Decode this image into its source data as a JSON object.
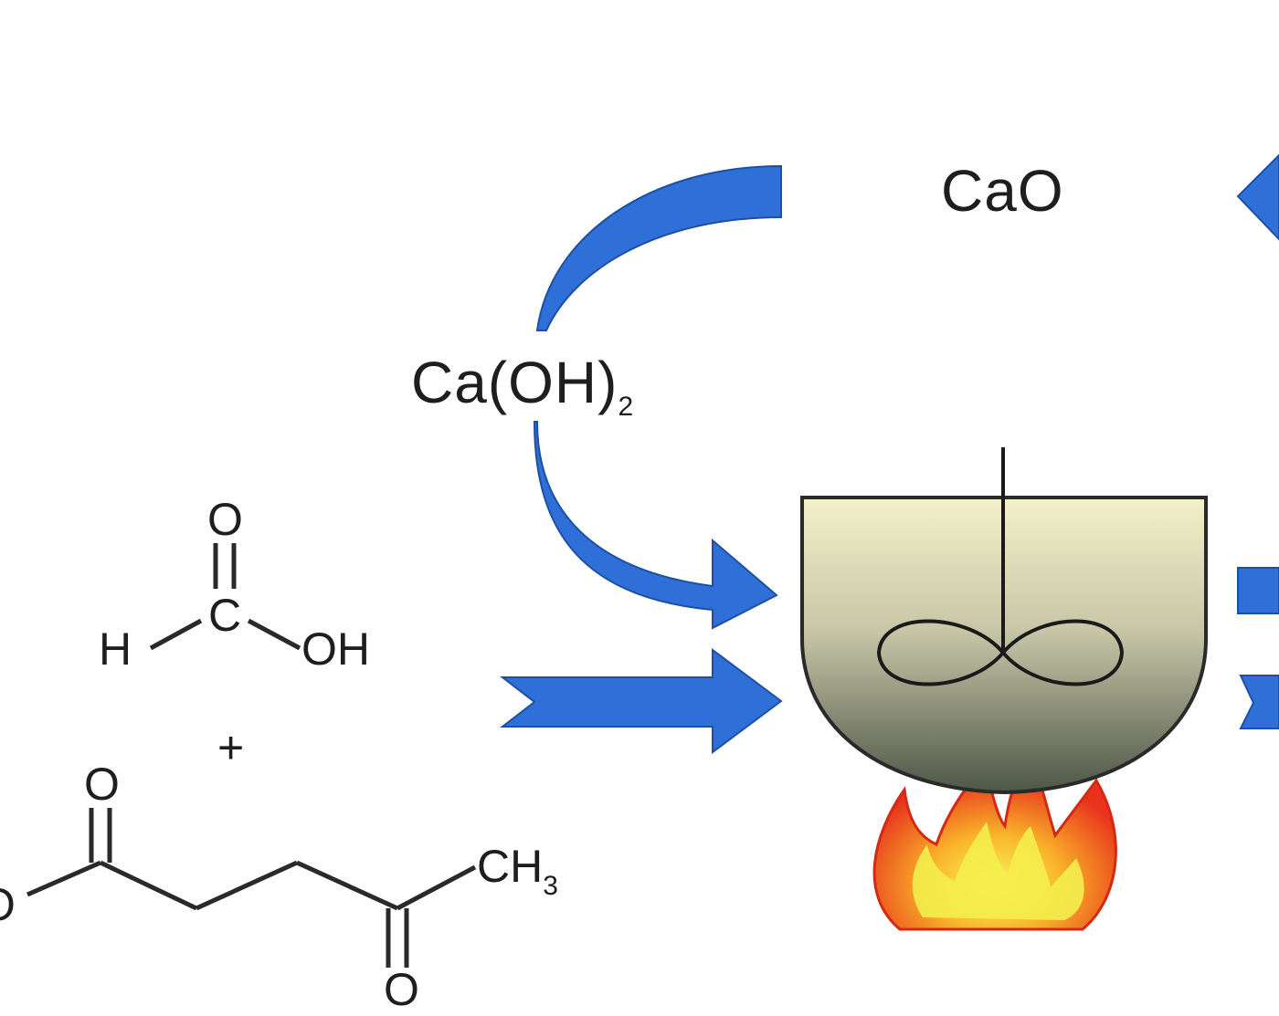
{
  "labels": {
    "cao": "CaO",
    "caoh2_main": "Ca(OH)",
    "caoh2_sub": "2",
    "formic_h": "H",
    "formic_c": "C",
    "formic_o": "O",
    "formic_oh": "OH",
    "plus": "+",
    "levulinic_ch3_main": "CH",
    "levulinic_ch3_sub": "3",
    "levulinic_o_top": "O",
    "levulinic_o_bottom": "O",
    "levulinic_o_left": "O"
  },
  "colors": {
    "arrow_blue": "#2f6fd8",
    "arrow_blue_dark": "#1d4fa6",
    "reactor_top": "#f3f0c4",
    "reactor_bottom": "#5e6654",
    "flame_red": "#e8321c",
    "flame_orange": "#f7a21b",
    "flame_yellow": "#f5f04a"
  },
  "icons": {
    "reactor": "stirred-reactor-icon",
    "flame": "flame-icon"
  }
}
